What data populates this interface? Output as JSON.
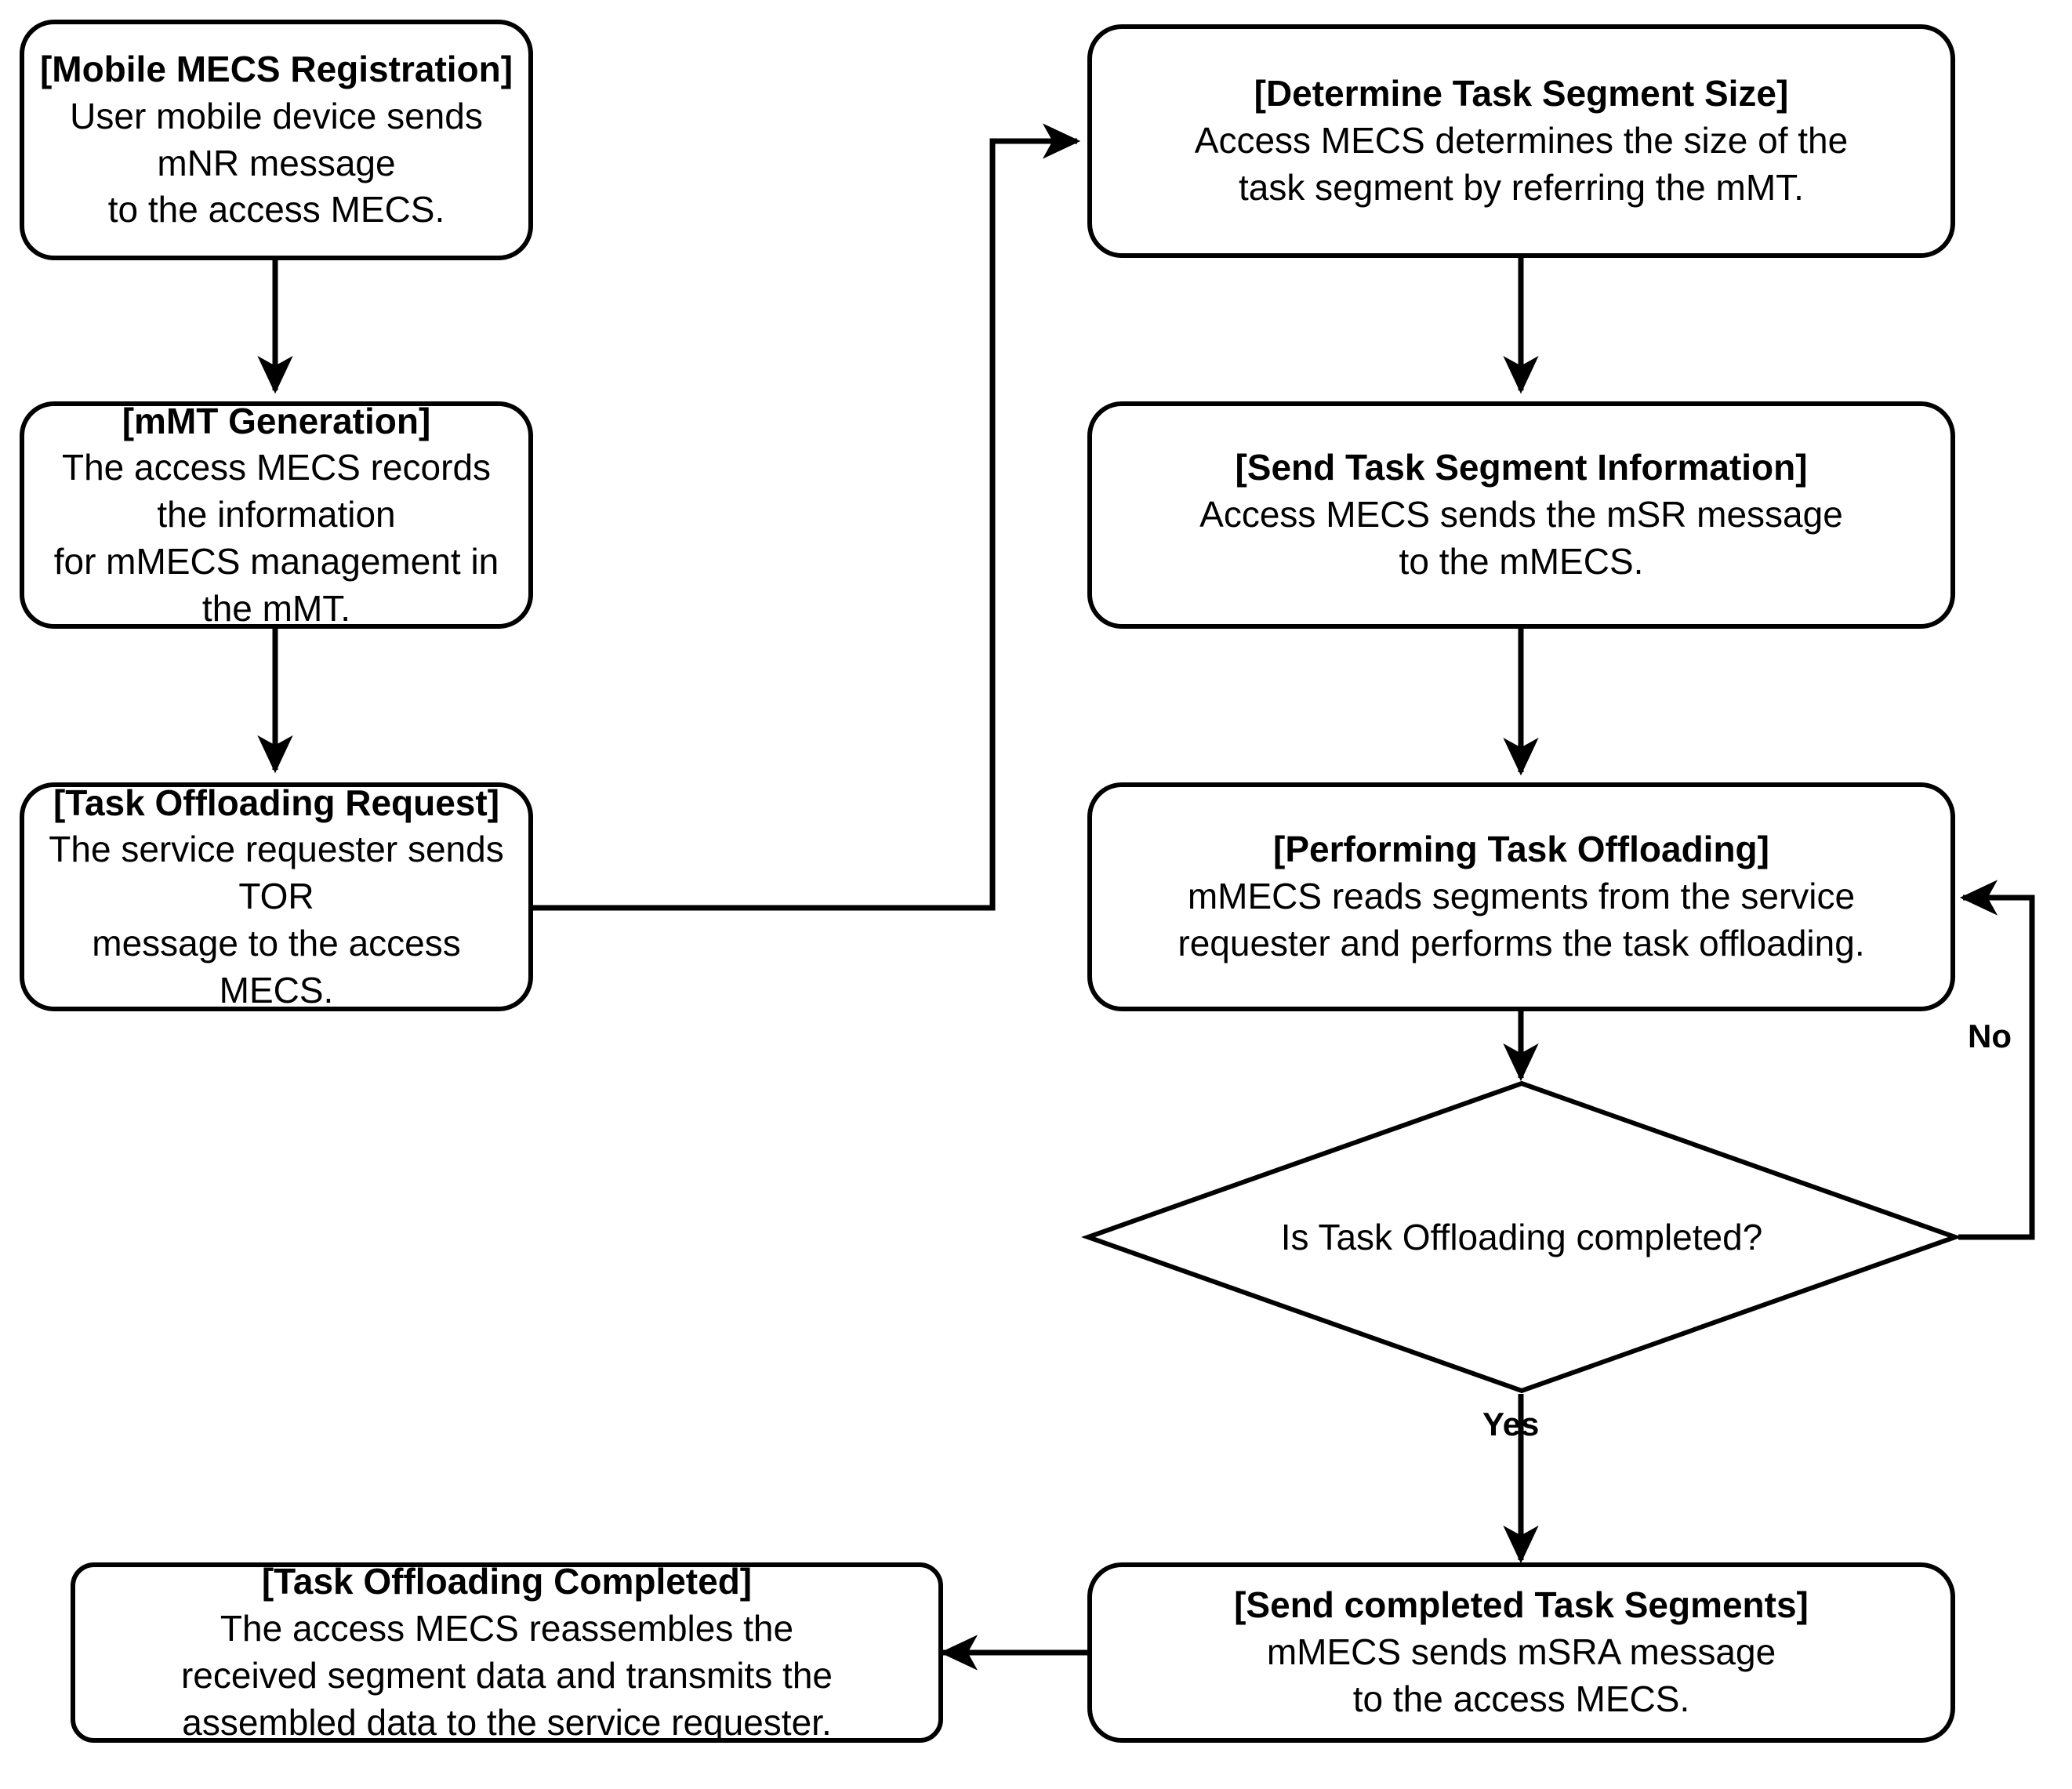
{
  "diagram": {
    "type": "flowchart",
    "orientation": "two-column",
    "nodes": [
      {
        "id": "mobile-mecs-registration",
        "shape": "rounded-rectangle",
        "title": "[Mobile MECS Registration]",
        "body": "User mobile device sends mNR message\nto the access MECS."
      },
      {
        "id": "mmt-generation",
        "shape": "rounded-rectangle",
        "title": "[mMT Generation]",
        "body": "The access MECS records the information\nfor mMECS management in the mMT."
      },
      {
        "id": "task-offloading-request",
        "shape": "rounded-rectangle",
        "title": "[Task Offloading Request]",
        "body": "The service requester sends TOR\nmessage to the access MECS."
      },
      {
        "id": "determine-task-segment-size",
        "shape": "rounded-rectangle",
        "title": "[Determine Task Segment Size]",
        "body": "Access MECS determines the size of the\ntask segment by referring the mMT."
      },
      {
        "id": "send-task-segment-information",
        "shape": "rounded-rectangle",
        "title": "[Send Task Segment Information]",
        "body": "Access MECS sends the mSR message\nto the mMECS."
      },
      {
        "id": "performing-task-offloading",
        "shape": "rounded-rectangle",
        "title": "[Performing Task Offloading]",
        "body": "mMECS reads segments from the service\nrequester and performs the task offloading."
      },
      {
        "id": "is-task-offloading-completed",
        "shape": "diamond",
        "title": "",
        "body": "Is Task Offloading completed?"
      },
      {
        "id": "send-completed-task-segments",
        "shape": "rounded-rectangle",
        "title": "[Send completed Task Segments]",
        "body": "mMECS sends mSRA message\nto the access MECS."
      },
      {
        "id": "task-offloading-completed",
        "shape": "rounded-rectangle",
        "title": "[Task Offloading Completed]",
        "body": "The access MECS reassembles the\nreceived segment data and transmits the\nassembled data to the service requester."
      }
    ],
    "edge_labels": {
      "no": "No",
      "yes": "Yes"
    },
    "colors": {
      "stroke": "#000000",
      "fill": "#ffffff",
      "text": "#000000"
    }
  }
}
